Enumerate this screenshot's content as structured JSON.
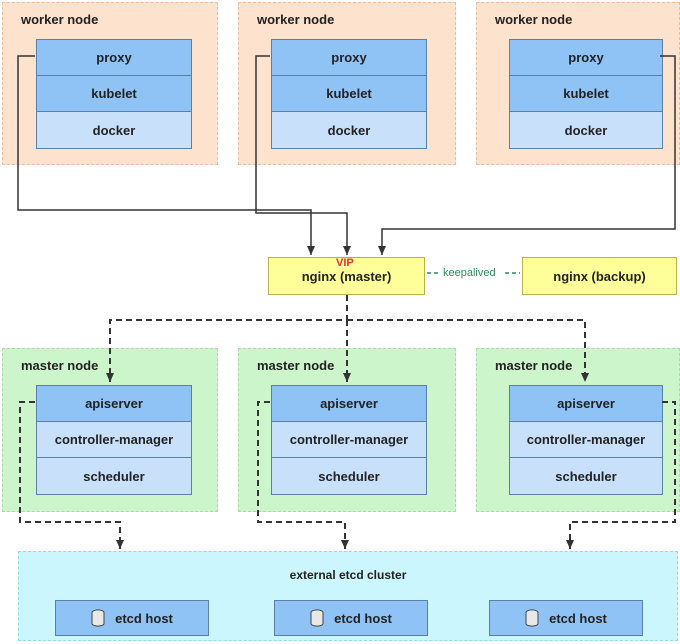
{
  "workers": [
    {
      "title": "worker node",
      "layers": [
        "proxy",
        "kubelet",
        "docker"
      ]
    },
    {
      "title": "worker node",
      "layers": [
        "proxy",
        "kubelet",
        "docker"
      ]
    },
    {
      "title": "worker node",
      "layers": [
        "proxy",
        "kubelet",
        "docker"
      ]
    }
  ],
  "load_balancer": {
    "vip_label": "VIP",
    "master_label": "nginx  (master)",
    "backup_label": "nginx  (backup)",
    "keepalived_label": "keepalived"
  },
  "masters": [
    {
      "title": "master node",
      "layers": [
        "apiserver",
        "controller-manager",
        "scheduler"
      ]
    },
    {
      "title": "master node",
      "layers": [
        "apiserver",
        "controller-manager",
        "scheduler"
      ]
    },
    {
      "title": "master node",
      "layers": [
        "apiserver",
        "controller-manager",
        "scheduler"
      ]
    }
  ],
  "etcd": {
    "title": "external etcd cluster",
    "hosts": [
      "etcd host",
      "etcd host",
      "etcd host"
    ]
  }
}
